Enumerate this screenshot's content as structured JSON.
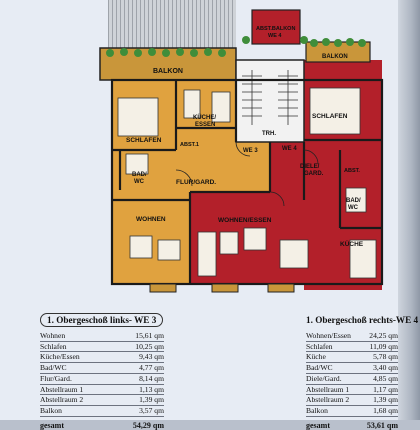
{
  "plan": {
    "rooms": {
      "balkon": "BALKON",
      "schlafen_left": "SCHLAFEN",
      "kueche_essen": "KÜCHE/\nESSEN",
      "abst1": "ABST.1",
      "bad_wc_left": "BAD/\nWC",
      "flur_gard": "FLUR/GARD.",
      "wohnen": "WOHNEN",
      "wohnen_essen": "WOHNEN/ESSEN",
      "trh": "TRH.",
      "we3": "WE 3",
      "we4": "WE 4",
      "abst_balkon_we4": "ABST.BALKON\nWE 4",
      "balkon_right": "BALKON",
      "schlafen_right": "SCHLAFEN",
      "diele_gard": "DIELE/\nGARD.",
      "abst_right": "ABST.",
      "bad_wc_right": "BAD/\nWC",
      "kueche": "KÜCHE"
    }
  },
  "tables": {
    "left": {
      "title": "1. Obergeschoß links- WE 3",
      "rows": [
        {
          "name": "Wohnen",
          "value": "15,61 qm"
        },
        {
          "name": "Schlafen",
          "value": "10,25 qm"
        },
        {
          "name": "Küche/Essen",
          "value": "9,43 qm"
        },
        {
          "name": "Bad/WC",
          "value": "4,77 qm"
        },
        {
          "name": "Flur/Gard.",
          "value": "8,14 qm"
        },
        {
          "name": "Abstellraum 1",
          "value": "1,13 qm"
        },
        {
          "name": "Abstellraum 2",
          "value": "1,39 qm"
        },
        {
          "name": "Balkon",
          "value": "3,57 qm"
        }
      ],
      "total_label": "gesamt",
      "total_value": "54,29 qm"
    },
    "right": {
      "title": "1. Obergeschoß rechts-WE 4",
      "rows": [
        {
          "name": "Wohnen/Essen",
          "value": "24,25 qm"
        },
        {
          "name": "Schlafen",
          "value": "11,09 qm"
        },
        {
          "name": "Küche",
          "value": "5,78 qm"
        },
        {
          "name": "Bad/WC",
          "value": "3,40 qm"
        },
        {
          "name": "Diele/Gard.",
          "value": "4,85 qm"
        },
        {
          "name": "Abstellraum 1",
          "value": "1,17 qm"
        },
        {
          "name": "Abstellraum 2",
          "value": "1,39 qm"
        },
        {
          "name": "Balkon",
          "value": "1,68 qm"
        }
      ],
      "total_label": "gesamt",
      "total_value": "53,61 qm"
    }
  },
  "colors": {
    "apartment_left": "#e0a23f",
    "apartment_right": "#b3202a",
    "balcony": "#c9963a",
    "plants": "#3f8d3a"
  }
}
